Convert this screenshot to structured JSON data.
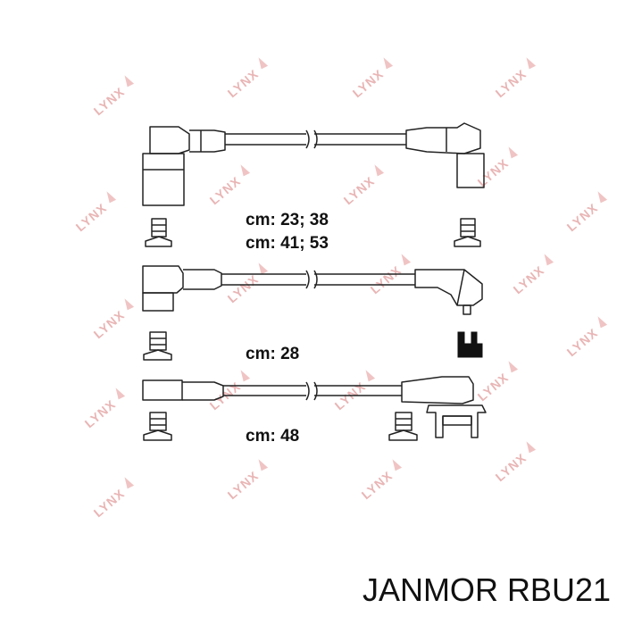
{
  "watermark": {
    "text": "LYNX",
    "color": "#e08a8a"
  },
  "labels": {
    "row1_a": "cm: 23; 38",
    "row1_b": "cm: 41; 53",
    "row2": "cm: 28",
    "row3": "cm: 48"
  },
  "footer": {
    "part_number": "JANMOR RBU21"
  }
}
